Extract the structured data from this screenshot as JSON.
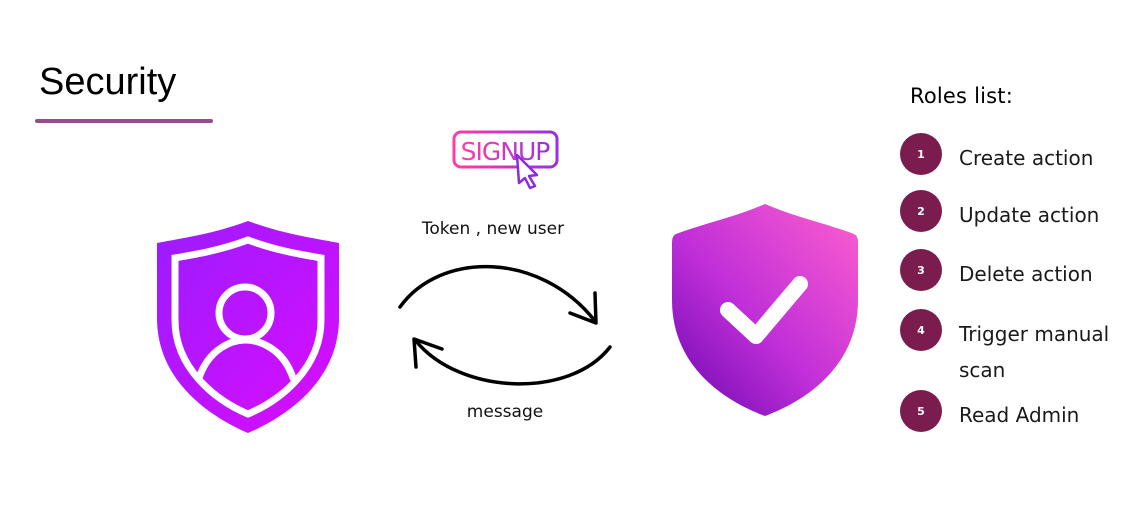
{
  "title": "Security",
  "signup_logo": {
    "text": "SIGNUP",
    "colors": {
      "start": "#ff3ea5",
      "end": "#8a2be2"
    }
  },
  "flow": {
    "top_label": "Token , new user",
    "bottom_label": "message"
  },
  "shields": {
    "left": {
      "icon": "user-shield-icon",
      "colors": {
        "start": "#a51cff",
        "end": "#d80dff"
      }
    },
    "right": {
      "icon": "check-shield-icon",
      "colors": {
        "start": "#ff5fcf",
        "end": "#7a08b8"
      }
    }
  },
  "roles": {
    "heading": "Roles list:",
    "badge_color": "#7a1d4e",
    "items": [
      {
        "number": "1",
        "label": "Create action"
      },
      {
        "number": "2",
        "label": "Update action"
      },
      {
        "number": "3",
        "label": "Delete action"
      },
      {
        "number": "4",
        "label": "Trigger manual scan"
      },
      {
        "number": "5",
        "label": "Read Admin"
      }
    ]
  }
}
